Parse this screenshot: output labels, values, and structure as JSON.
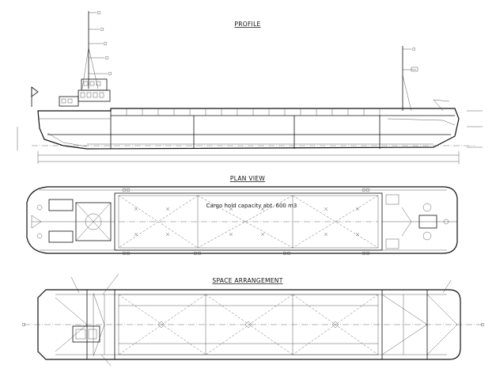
{
  "titles": {
    "profile": "PROFILE",
    "plan": "PLAN VIEW",
    "space": "SPACE ARRANGEMENT"
  },
  "plan_note": "Cargo hold capacity abt. 600 m3"
}
